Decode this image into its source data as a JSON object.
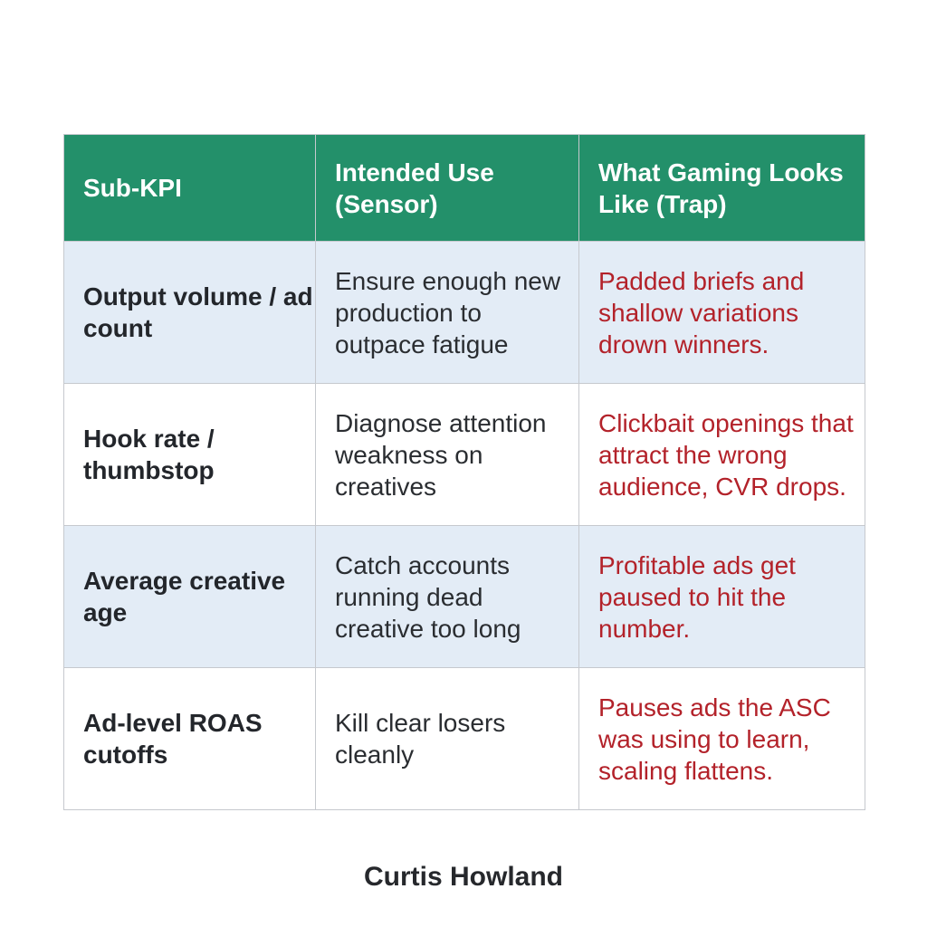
{
  "table": {
    "headers": {
      "col1": "Sub-KPI",
      "col2": "Intended Use (Sensor)",
      "col3": "What Gaming Looks Like (Trap)"
    },
    "rows": [
      {
        "kpi": "Output volume / ad count",
        "intended_use": "Ensure enough new production to outpace fatigue",
        "gaming": "Padded briefs and shallow variations drown winners."
      },
      {
        "kpi": "Hook rate / thumbstop",
        "intended_use": "Diagnose attention weakness on creatives",
        "gaming": "Clickbait openings that attract the wrong audience, CVR drops."
      },
      {
        "kpi": "Average creative age",
        "intended_use": "Catch accounts running dead creative too long",
        "gaming": "Profitable ads get paused to hit the number."
      },
      {
        "kpi": "Ad-level ROAS cutoffs",
        "intended_use": "Kill clear losers cleanly",
        "gaming": "Pauses ads the ASC was using to learn, scaling flattens."
      }
    ]
  },
  "author": "Curtis Howland",
  "colors": {
    "header_bg": "#23906a",
    "header_text": "#ffffff",
    "shaded_row_bg": "#e3ecf6",
    "trap_text": "#b3222a"
  }
}
